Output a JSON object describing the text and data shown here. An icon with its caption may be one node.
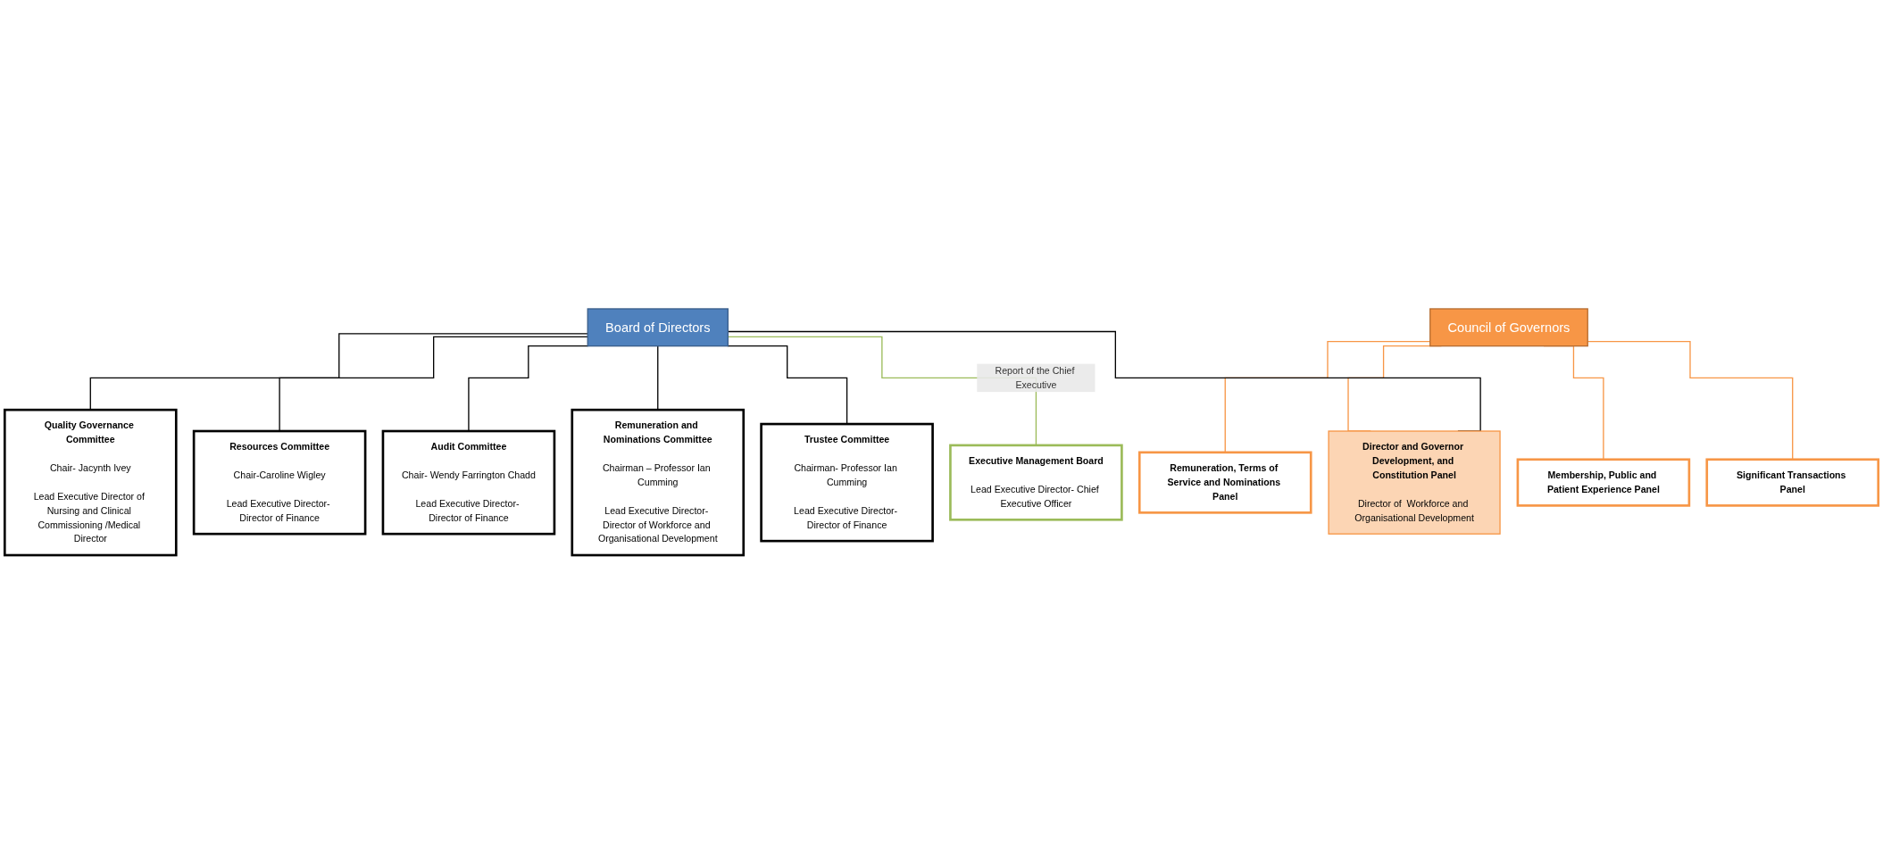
{
  "diagram": {
    "nodes": [
      {
        "text": [
          "Board of Directors"
        ]
      },
      {
        "text": [
          "Council of Governors"
        ]
      },
      {
        "text": [
          "Director and Governor Development, and Constitution Panel",
          "Director of  Workforce and Organisational Development"
        ]
      },
      {
        "text": [
          "Significant Transactions Panel"
        ]
      },
      {
        "text": [
          "Membership, Public and Patient Experience Panel"
        ]
      },
      {
        "text": [
          "Remuneration, Terms of Service and Nominations Panel"
        ]
      },
      {
        "text": [
          "Executive Management Board",
          "Lead Executive Director- Chief Executive Officer"
        ]
      },
      {
        "text": [
          "Trustee Committee",
          "Chairman- Professor Ian Cumming",
          "Lead Executive Director- Director of Finance"
        ]
      },
      {
        "text": [
          "Remuneration and Nominations Committee",
          "Chairman – Professor Ian Cumming",
          "Lead Executive Director- Director of Workforce and Organisational Development"
        ]
      },
      {
        "text": [
          "Audit Committee",
          "Chair- Wendy Farrington Chadd",
          "Lead Executive Director- Director of Finance"
        ]
      },
      {
        "text": [
          "Resources Committee",
          "Chair-Caroline Wigley",
          "Lead Executive Director- Director of Finance"
        ]
      },
      {
        "text": [
          "Quality Governance Committee",
          "Chair- Jacynth Ivey",
          "Lead Executive Director of Nursing and Clinical Commissioning /Medical Director"
        ]
      }
    ],
    "edges": [
      {
        "from": 0,
        "to": 6,
        "arrow": "none",
        "label": "Report of the Chief Executive",
        "color": "#9bbb59"
      },
      {
        "from": 1,
        "to": 2,
        "arrow": "none",
        "color": "#f79646"
      },
      {
        "from": 1,
        "to": 3,
        "arrow": "none",
        "color": "#f79646"
      },
      {
        "from": 1,
        "to": 4,
        "arrow": "none",
        "color": "#f79646"
      },
      {
        "from": 1,
        "to": 5,
        "arrow": "none",
        "color": "#f79646"
      },
      {
        "from": 0,
        "to": 2,
        "arrow": "none"
      },
      {
        "from": 0,
        "to": 7,
        "arrow": "none"
      },
      {
        "from": 0,
        "to": 8,
        "arrow": "none"
      },
      {
        "from": 0,
        "to": 9,
        "arrow": "none"
      },
      {
        "from": 0,
        "to": 10,
        "arrow": "none"
      },
      {
        "from": 0,
        "to": 11,
        "arrow": "none"
      }
    ]
  }
}
